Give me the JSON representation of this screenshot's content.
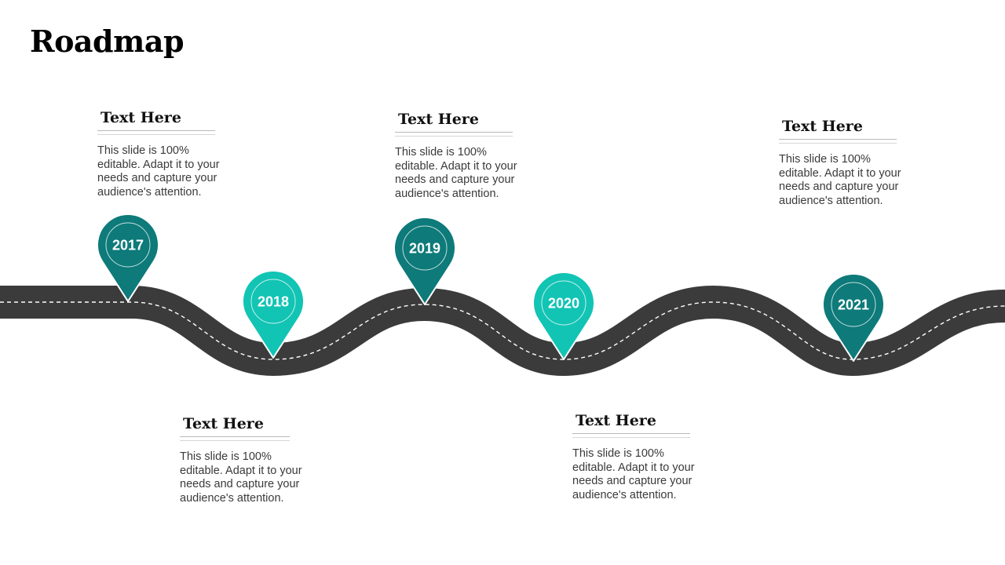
{
  "title": "Roadmap",
  "colors": {
    "road": "#3b3b3b",
    "dark_pin": "#0e7a7a",
    "light_pin": "#12c4b4"
  },
  "milestones": [
    {
      "year": "2017",
      "heading": "Text Here",
      "body": "This slide is 100% editable. Adapt it to your needs and capture your audience's attention.",
      "shade": "dark"
    },
    {
      "year": "2018",
      "heading": "Text Here",
      "body": "This slide is 100% editable. Adapt it to your needs and capture your audience's attention.",
      "shade": "light"
    },
    {
      "year": "2019",
      "heading": "Text Here",
      "body": "This slide is 100% editable. Adapt it to your needs and capture your audience's attention.",
      "shade": "dark"
    },
    {
      "year": "2020",
      "heading": "Text Here",
      "body": "This slide is 100% editable. Adapt it to your needs and capture your audience's attention.",
      "shade": "light"
    },
    {
      "year": "2021",
      "heading": "Text Here",
      "body": "This slide is 100% editable. Adapt it to your needs and capture your audience's attention.",
      "shade": "dark"
    }
  ]
}
